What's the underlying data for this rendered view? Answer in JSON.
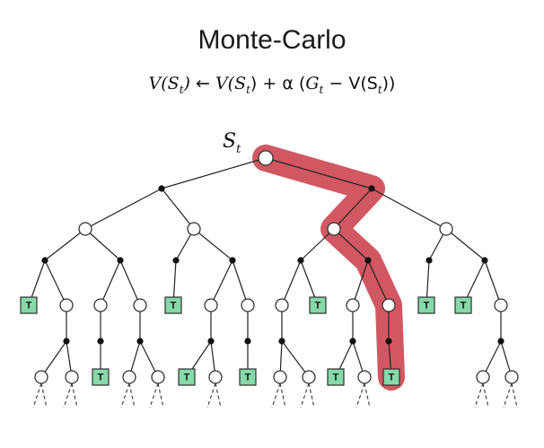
{
  "title": "Monte-Carlo",
  "formula": {
    "lhs": "V(S",
    "t": "t",
    "close": ")",
    "arrow": " ← ",
    "rhs_v": "V(S",
    "plus": ") + α (",
    "g": "G",
    "minus": " − V(S",
    "end": "))"
  },
  "root_label": "S",
  "root_sub": "t",
  "terminal_label": "T",
  "colors": {
    "highlight": "#cf4f5a",
    "terminal_fill": "#86d9a8"
  }
}
